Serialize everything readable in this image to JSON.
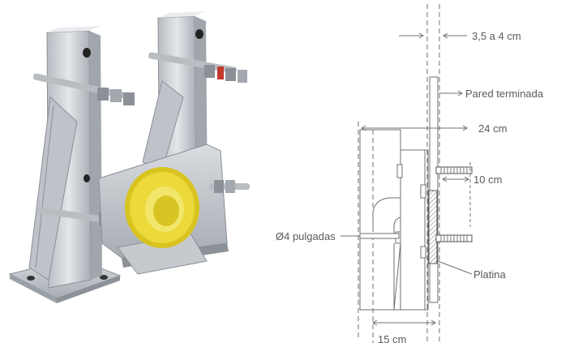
{
  "labels": {
    "gap": "3,5 a 4 cm",
    "wall": "Pared terminada",
    "depth": "24 cm",
    "rod": "10 cm",
    "pipe": "Ø4 pulgadas",
    "plate": "Platina",
    "base": "15 cm"
  },
  "colors": {
    "metal": "#c9ccd1",
    "metal_dark": "#9ea3aa",
    "flange": "#e2cf2a",
    "line": "#6f6f6f"
  }
}
